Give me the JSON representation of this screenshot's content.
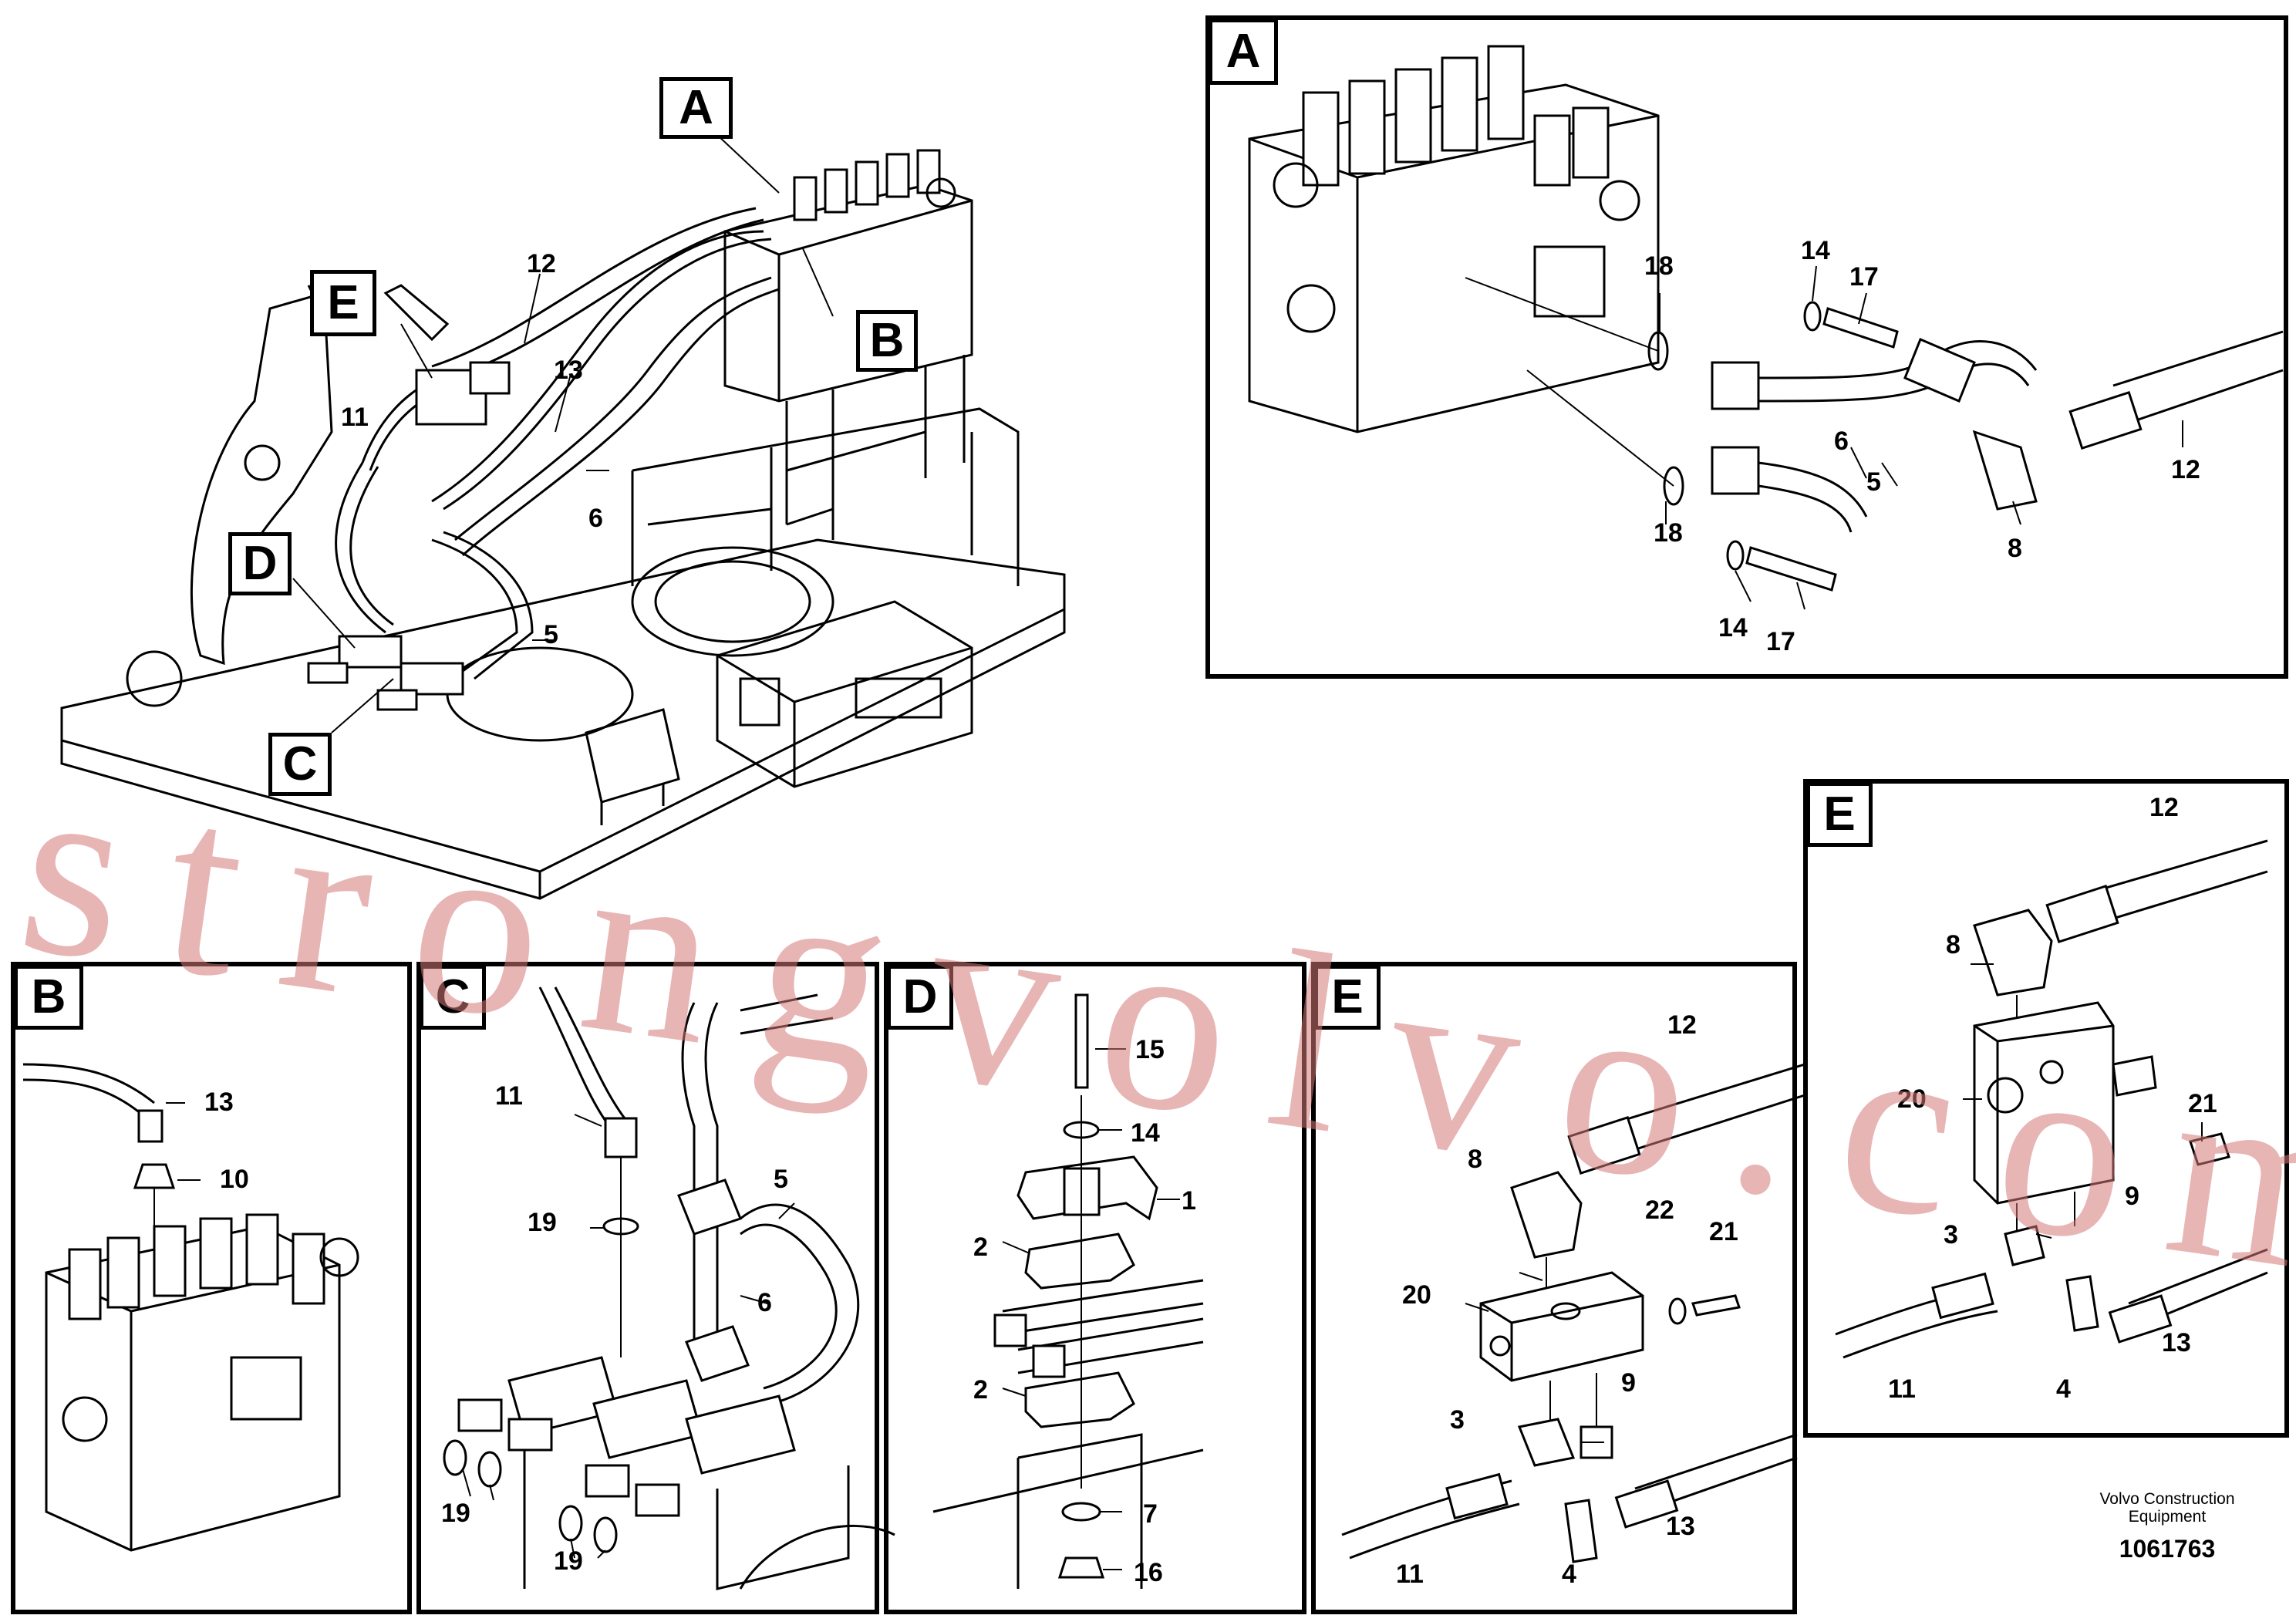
{
  "overview": {
    "tags": [
      "A",
      "B",
      "C",
      "D",
      "E"
    ],
    "callouts": [
      "12",
      "13",
      "11",
      "6",
      "5"
    ]
  },
  "panel_a": {
    "tag": "A",
    "callouts": [
      "18",
      "14",
      "17",
      "6",
      "5",
      "12",
      "18",
      "8",
      "14",
      "17"
    ]
  },
  "panel_b": {
    "tag": "B",
    "callouts": [
      "13",
      "10"
    ]
  },
  "panel_c": {
    "tag": "C",
    "callouts": [
      "11",
      "5",
      "19",
      "6",
      "19",
      "19"
    ]
  },
  "panel_d": {
    "tag": "D",
    "callouts": [
      "15",
      "14",
      "1",
      "2",
      "2",
      "7",
      "16"
    ]
  },
  "panel_e1": {
    "tag": "E",
    "callouts": [
      "12",
      "8",
      "22",
      "21",
      "20",
      "9",
      "3",
      "13",
      "11",
      "4"
    ]
  },
  "panel_e2": {
    "tag": "E",
    "callouts": [
      "12",
      "8",
      "20",
      "21",
      "9",
      "3",
      "13",
      "11",
      "4"
    ]
  },
  "footer": {
    "company_line1": "Volvo Construction",
    "company_line2": "Equipment",
    "drawing_number": "1061763"
  },
  "watermark": "strongvolvo.com"
}
